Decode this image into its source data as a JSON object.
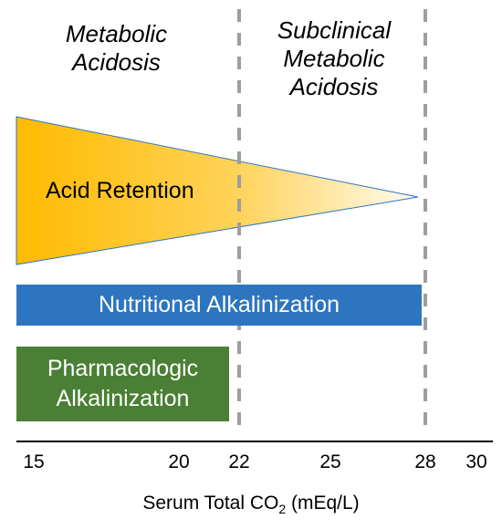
{
  "regions": {
    "left": {
      "lines": [
        "Metabolic",
        "Acidosis"
      ]
    },
    "right": {
      "lines": [
        "Subclinical",
        "Metabolic",
        "Acidosis"
      ]
    }
  },
  "acid_retention": {
    "label": "Acid Retention",
    "color_start": "#ffbb00",
    "color_end": "#fffbf0",
    "outline": "#2e75c0"
  },
  "nutritional": {
    "label": "Nutritional Alkalinization",
    "color": "#2e75c0",
    "range": [
      15,
      28
    ]
  },
  "pharmacologic": {
    "lines": [
      "Pharmacologic",
      "Alkalinization"
    ],
    "color": "#4a7f35",
    "range": [
      15,
      22
    ]
  },
  "axis": {
    "ticks": [
      "15",
      "20",
      "22",
      "25",
      "28",
      "30"
    ],
    "title": "Serum Total CO",
    "title_sub": "2",
    "title_unit": " (mEq/L)",
    "dashed_lines_at": [
      22,
      28
    ],
    "dash_color": "#9e9e9e"
  }
}
